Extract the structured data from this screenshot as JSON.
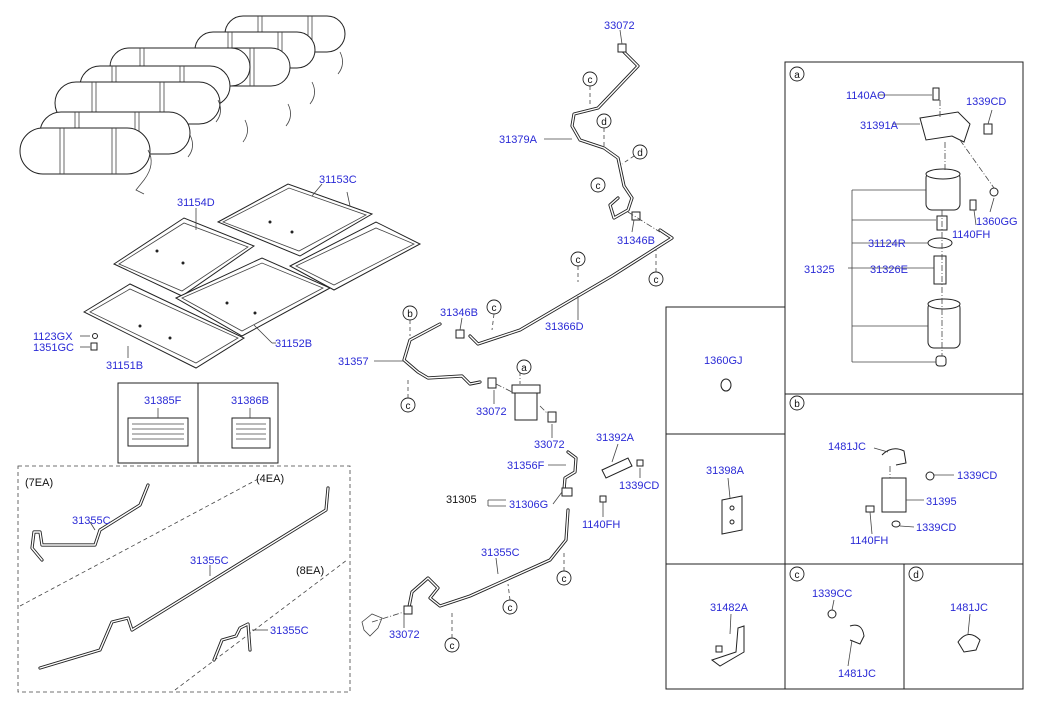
{
  "labels": {
    "l33072_top": "33072",
    "l31379A": "31379A",
    "l31153C": "31153C",
    "l31154D": "31154D",
    "l31346B_a": "31346B",
    "l31366D": "31366D",
    "l31346B_b": "31346B",
    "l1123GX": "1123GX",
    "l1351GC": "1351GC",
    "l31151B": "31151B",
    "l31152B": "31152B",
    "l31357": "31357",
    "l33072_mid": "33072",
    "l33072_mid2": "33072",
    "l31385F": "31385F",
    "l31386B": "31386B",
    "l31392A": "31392A",
    "l31356F": "31356F",
    "l1339CD_mid": "1339CD",
    "l31305": "31305",
    "l31306G": "31306G",
    "l1140FH_mid": "1140FH",
    "l31355C_a": "31355C",
    "l31355C_b": "31355C",
    "l31355C_c": "31355C",
    "l31355C_d": "31355C",
    "l33072_bot": "33072",
    "l1140AO": "1140AO",
    "l1339CD_a": "1339CD",
    "l31391A": "31391A",
    "l1360GG": "1360GG",
    "l1140FH_a": "1140FH",
    "l31124R": "31124R",
    "l31325": "31325",
    "l31326E": "31326E",
    "l1360GJ": "1360GJ",
    "l31398A": "31398A",
    "l1481JC_b": "1481JC",
    "l1339CD_b1": "1339CD",
    "l31395": "31395",
    "l1140FH_b": "1140FH",
    "l1339CD_b2": "1339CD",
    "l31482A": "31482A",
    "l1339CC": "1339CC",
    "l1481JC_c": "1481JC",
    "l1481JC_d": "1481JC"
  },
  "qty": {
    "q7": "(7EA)",
    "q4": "(4EA)",
    "q8": "(8EA)"
  },
  "callouts": {
    "a": "a",
    "b": "b",
    "c": "c",
    "d": "d"
  }
}
